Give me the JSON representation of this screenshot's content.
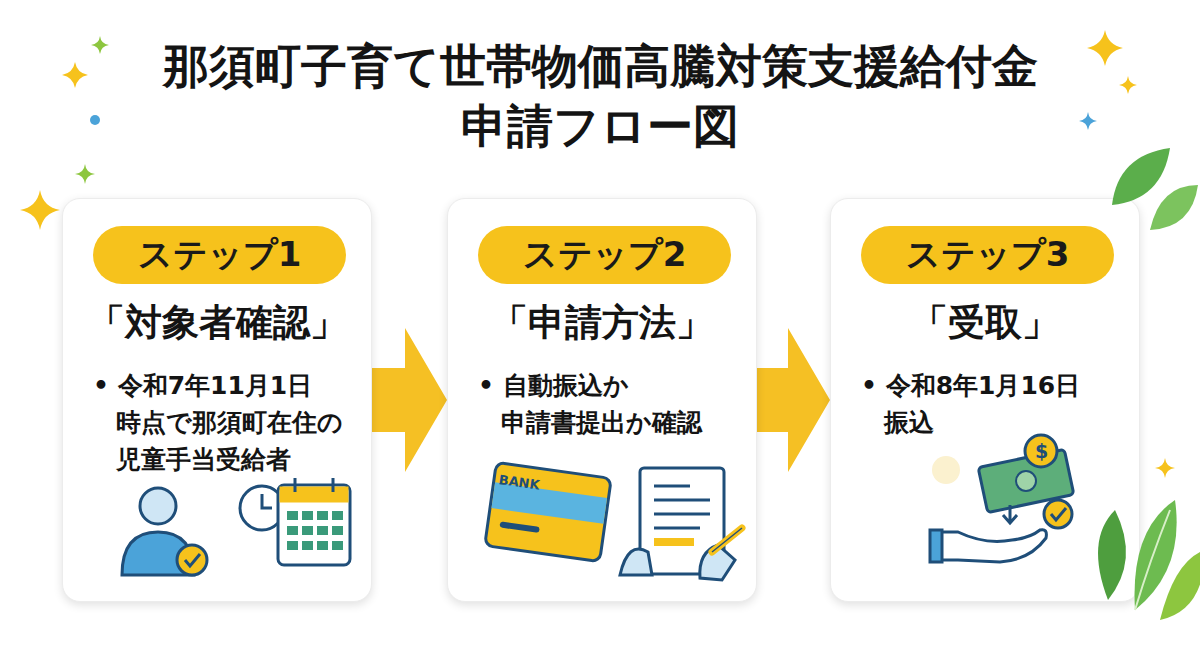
{
  "diagram": {
    "title": "那須町子育て世帯物価高騰対策支援給付金 申請フロー図",
    "nodes": [
      {
        "text": [
          "「対象者確認」",
          "• 令和7年11月1日 時点で那須町在住の 児童手当受給者"
        ]
      },
      {
        "text": [
          "ステップ1"
        ],
        "in": 0
      },
      {
        "text": [
          "「申請方法」",
          "• 自動振込か 申請書提出か確認"
        ]
      },
      {
        "text": [
          "ステップ2"
        ],
        "in": 2
      },
      {
        "text": [
          "「受取」",
          "• 令和8年1月16日 振込"
        ]
      },
      {
        "text": [
          "ステップ3"
        ],
        "in": 4
      }
    ],
    "edges": [
      {
        "from": 0,
        "to": 2,
        "arrow": "to"
      },
      {
        "from": 2,
        "to": 4,
        "arrow": "to"
      }
    ],
    "labels": [
      "BANK",
      "$"
    ]
  }
}
